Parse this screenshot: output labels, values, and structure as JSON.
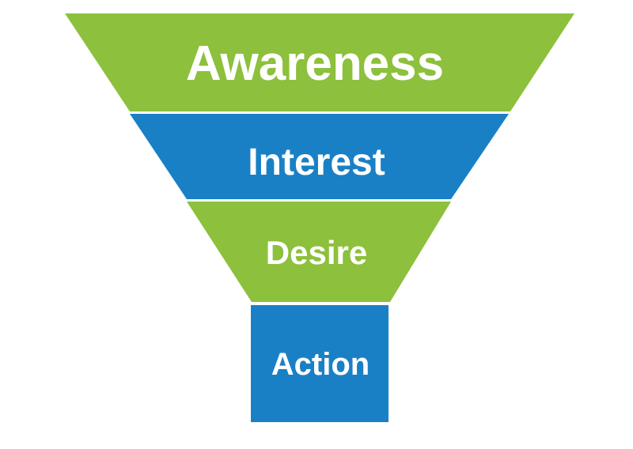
{
  "diagram": {
    "colors": {
      "green": "#8dc03c",
      "blue": "#1a80c6",
      "divider": "#ffffff",
      "text": "#ffffff",
      "background": "#ffffff"
    },
    "stages": [
      {
        "label": "Awareness",
        "color": "#8dc03c"
      },
      {
        "label": "Interest",
        "color": "#1a80c6"
      },
      {
        "label": "Desire",
        "color": "#8dc03c"
      },
      {
        "label": "Action",
        "color": "#1a80c6"
      }
    ]
  }
}
